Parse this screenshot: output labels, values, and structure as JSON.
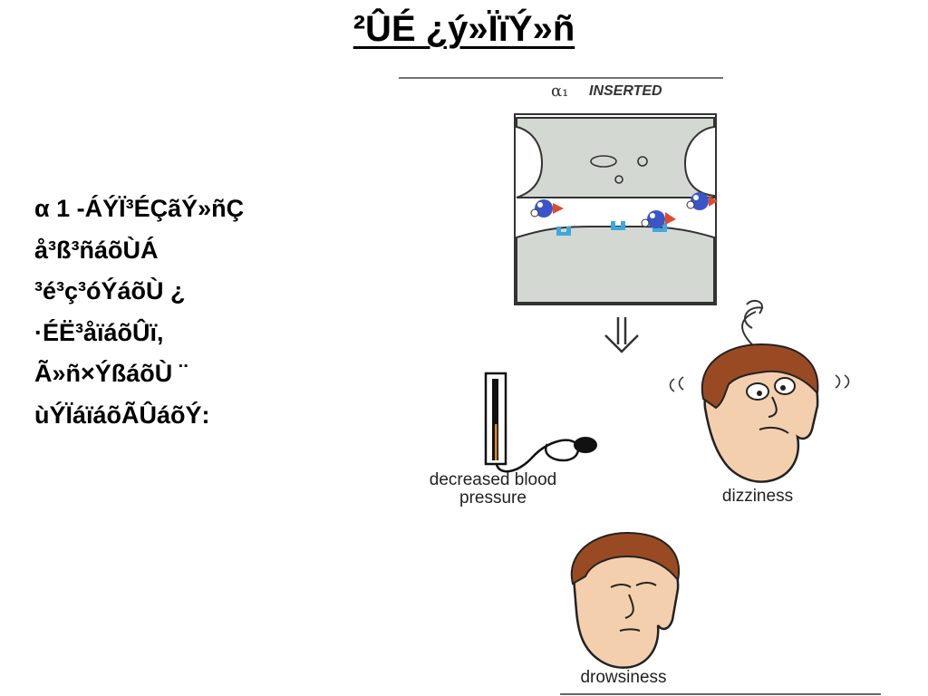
{
  "slide": {
    "title": "²ÛÉ ¿ý»ÏïÝ»ñ",
    "body_lines": [
      "α 1  -ÁÝÏ³ÉÇãÝ»ñÇ",
      "å³ß³ñáõÙÁ",
      "³é³ç³óÝáõÙ ¿",
      "·ÉË³åïáõÛï,",
      "Ã»ñ×ÝßáõÙ ¨",
      "ùÝÏáïáõÃÛáõÝ:"
    ]
  },
  "figure": {
    "panel_label": "INSERTED",
    "effects": {
      "blood_pressure": "decreased blood pressure",
      "dizziness": "dizziness",
      "drowsiness": "drowsiness"
    },
    "colors": {
      "synapse_fill": "#d4d8d2",
      "receptor": "#3fa7e0",
      "drug_body": "#3a55c8",
      "skin": "#f4cfae",
      "hair": "#9a4a22"
    }
  }
}
